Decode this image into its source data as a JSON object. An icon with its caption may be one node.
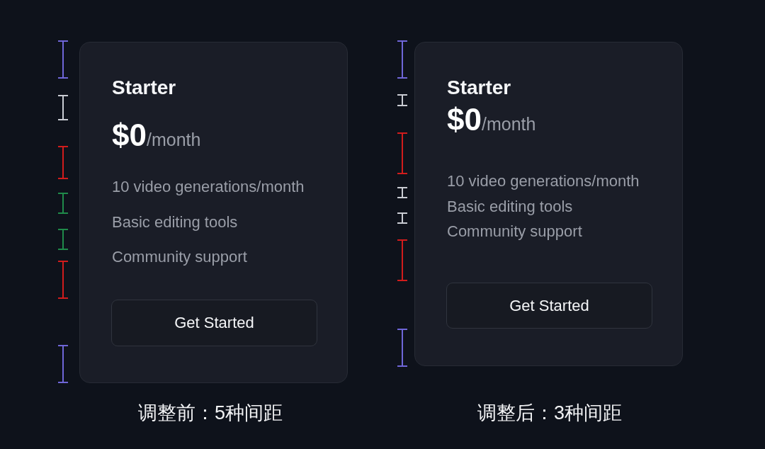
{
  "diagram": {
    "nodes": [
      {
        "text": [
          "Starter",
          "**$0**/month",
          "10 video generations/month",
          "Basic editing tools",
          "Community support"
        ]
      },
      {
        "text": [
          "Get Started"
        ],
        "in": 0
      },
      {
        "text": [
          "Starter",
          "**$0**/month",
          "10 video generations/month",
          "Basic editing tools",
          "Community support"
        ]
      },
      {
        "text": [
          "Get Started"
        ],
        "in": 2
      }
    ],
    "edges": [],
    "labels": [
      "调整前：5种间距",
      "调整后：3种间距"
    ]
  }
}
